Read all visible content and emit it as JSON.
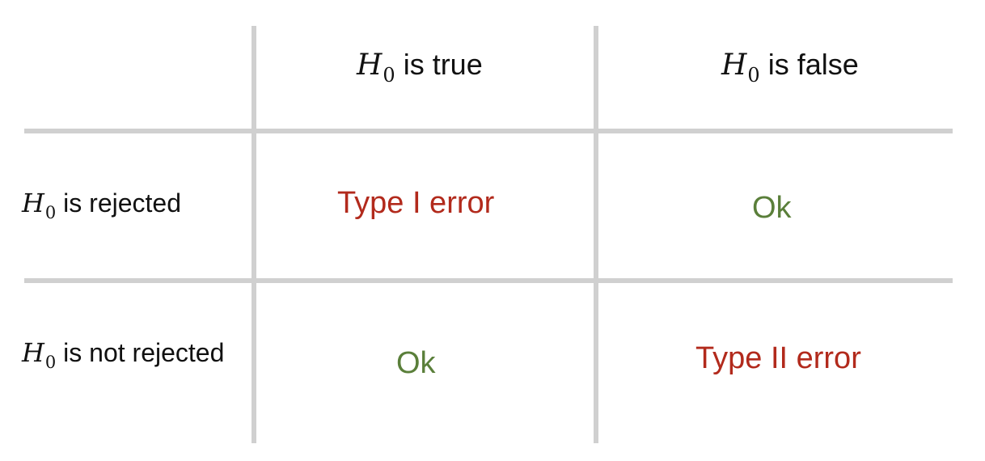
{
  "table": {
    "columns": [
      {
        "symbol": "H",
        "subscript": "0",
        "text": " is true"
      },
      {
        "symbol": "H",
        "subscript": "0",
        "text": " is false"
      }
    ],
    "rows": [
      {
        "label": {
          "symbol": "H",
          "subscript": "0",
          "text": " is rejected"
        },
        "cells": [
          "Type I error",
          "Ok"
        ]
      },
      {
        "label": {
          "symbol": "H",
          "subscript": "0",
          "text": " is not rejected"
        },
        "cells": [
          "Ok",
          "Type II error"
        ]
      }
    ]
  },
  "colors": {
    "gridline": "#d0d0d0",
    "error": "#b22a1c",
    "ok": "#5a7f3a",
    "text": "#111111"
  }
}
